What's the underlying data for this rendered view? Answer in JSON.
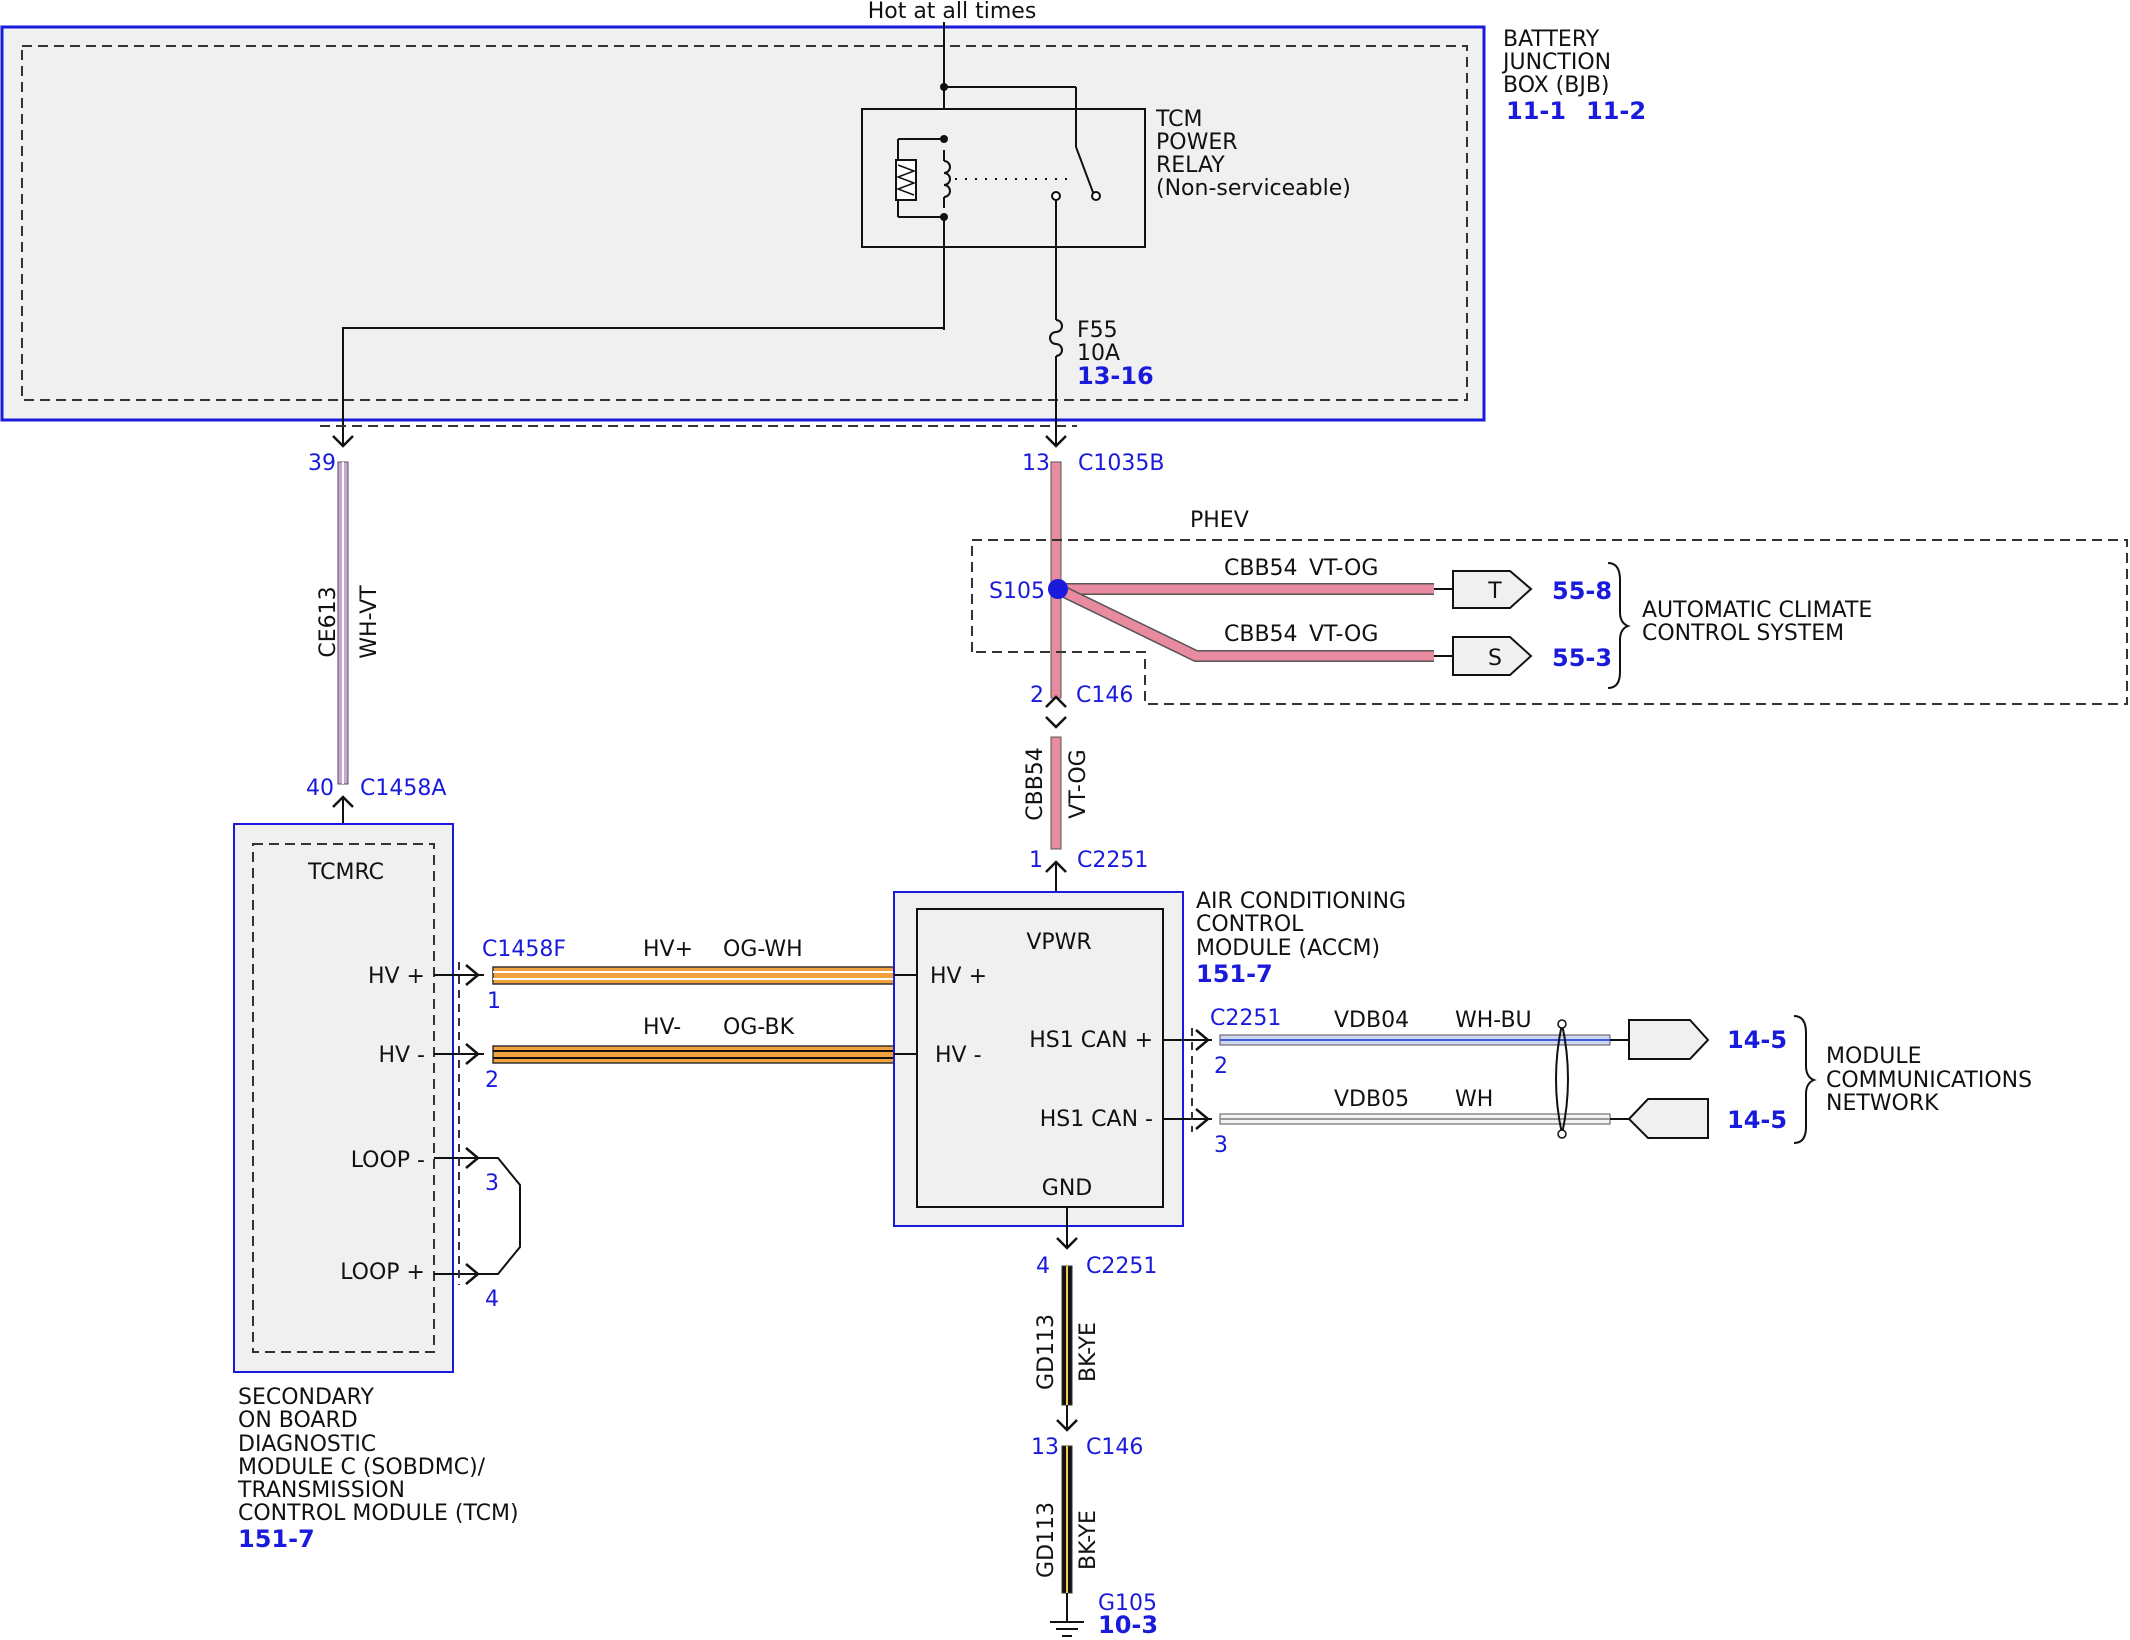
{
  "feed_label": "Hot at all times",
  "bjb": {
    "name_lines": [
      "BATTERY",
      "JUNCTION",
      "BOX (BJB)"
    ],
    "refs": [
      "11-1",
      "11-2"
    ]
  },
  "relay": {
    "name_lines": [
      "TCM",
      "POWER",
      "RELAY",
      "(Non-serviceable)"
    ]
  },
  "fuse": {
    "id": "F55",
    "rating": "10A",
    "ref": "13-16"
  },
  "connectors": {
    "bjb_left": {
      "pin": "39"
    },
    "bjb_right": {
      "pin": "13",
      "name": "C1035B"
    },
    "c146_upper": {
      "pin": "2",
      "name": "C146"
    },
    "c1458a": {
      "pin": "40",
      "name": "C1458A"
    },
    "c2251_vpwr": {
      "pin": "1",
      "name": "C2251"
    },
    "c1458f": {
      "name": "C1458F",
      "pin_hvp": "1",
      "pin_hvn": "2",
      "pin_loopn": "3",
      "pin_loopp": "4"
    },
    "c2251_can": {
      "name": "C2251",
      "pin_canp": "2",
      "pin_cann": "3"
    },
    "c2251_gnd": {
      "pin": "4",
      "name": "C2251"
    },
    "c146_lower": {
      "pin": "13",
      "name": "C146"
    }
  },
  "wires": {
    "ce613": {
      "circuit": "CE613",
      "color": "WH-VT"
    },
    "cbb54_main": {
      "circuit": "CBB54",
      "color": "VT-OG"
    },
    "cbb54_t": {
      "circuit": "CBB54",
      "color": "VT-OG"
    },
    "cbb54_s": {
      "circuit": "CBB54",
      "color": "VT-OG"
    },
    "hvp": {
      "circuit": "HV+",
      "color": "OG-WH"
    },
    "hvn": {
      "circuit": "HV-",
      "color": "OG-BK"
    },
    "vdb04": {
      "circuit": "VDB04",
      "color": "WH-BU"
    },
    "vdb05": {
      "circuit": "VDB05",
      "color": "WH"
    },
    "gd113_upper": {
      "circuit": "GD113",
      "color": "BK-YE"
    },
    "gd113_lower": {
      "circuit": "GD113",
      "color": "BK-YE"
    }
  },
  "phev": {
    "label": "PHEV",
    "splice": "S105",
    "tag_t": "T",
    "tag_s": "S",
    "ref_t": "55-8",
    "ref_s": "55-3",
    "system_lines": [
      "AUTOMATIC CLIMATE",
      "CONTROL SYSTEM"
    ]
  },
  "tcm_module": {
    "inner_label": "TCMRC",
    "pins": {
      "hvp": "HV +",
      "hvn": "HV -",
      "loopn": "LOOP -",
      "loopp": "LOOP +"
    },
    "name_lines": [
      "SECONDARY",
      "ON BOARD",
      "DIAGNOSTIC",
      "MODULE C (SOBDMC)/",
      "TRANSMISSION",
      "CONTROL MODULE (TCM)"
    ],
    "ref": "151-7"
  },
  "accm": {
    "pins": {
      "vpwr": "VPWR",
      "hvp": "HV +",
      "hvn": "HV -",
      "canp": "HS1 CAN +",
      "cann": "HS1 CAN -",
      "gnd": "GND"
    },
    "name_lines": [
      "AIR CONDITIONING",
      "CONTROL",
      "MODULE (ACCM)"
    ],
    "ref": "151-7"
  },
  "network": {
    "ref_canp": "14-5",
    "ref_cann": "14-5",
    "name_lines": [
      "MODULE",
      "COMMUNICATIONS",
      "NETWORK"
    ]
  },
  "ground": {
    "name": "G105",
    "ref": "10-3"
  }
}
